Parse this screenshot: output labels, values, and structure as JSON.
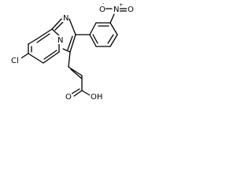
{
  "molecule": {
    "atoms": {
      "cl": "Cl",
      "n_bridge": "N",
      "n_imidazole": "N",
      "n_nitro": "N",
      "nitro_plus": "+",
      "o_nitro_left": "O",
      "o_nitro_right": "O",
      "nitro_minus": "-",
      "oh": "OH",
      "o_carbonyl": "O"
    }
  },
  "colors": {
    "bond": "#000000",
    "label": "#000000",
    "background": "#ffffff"
  }
}
